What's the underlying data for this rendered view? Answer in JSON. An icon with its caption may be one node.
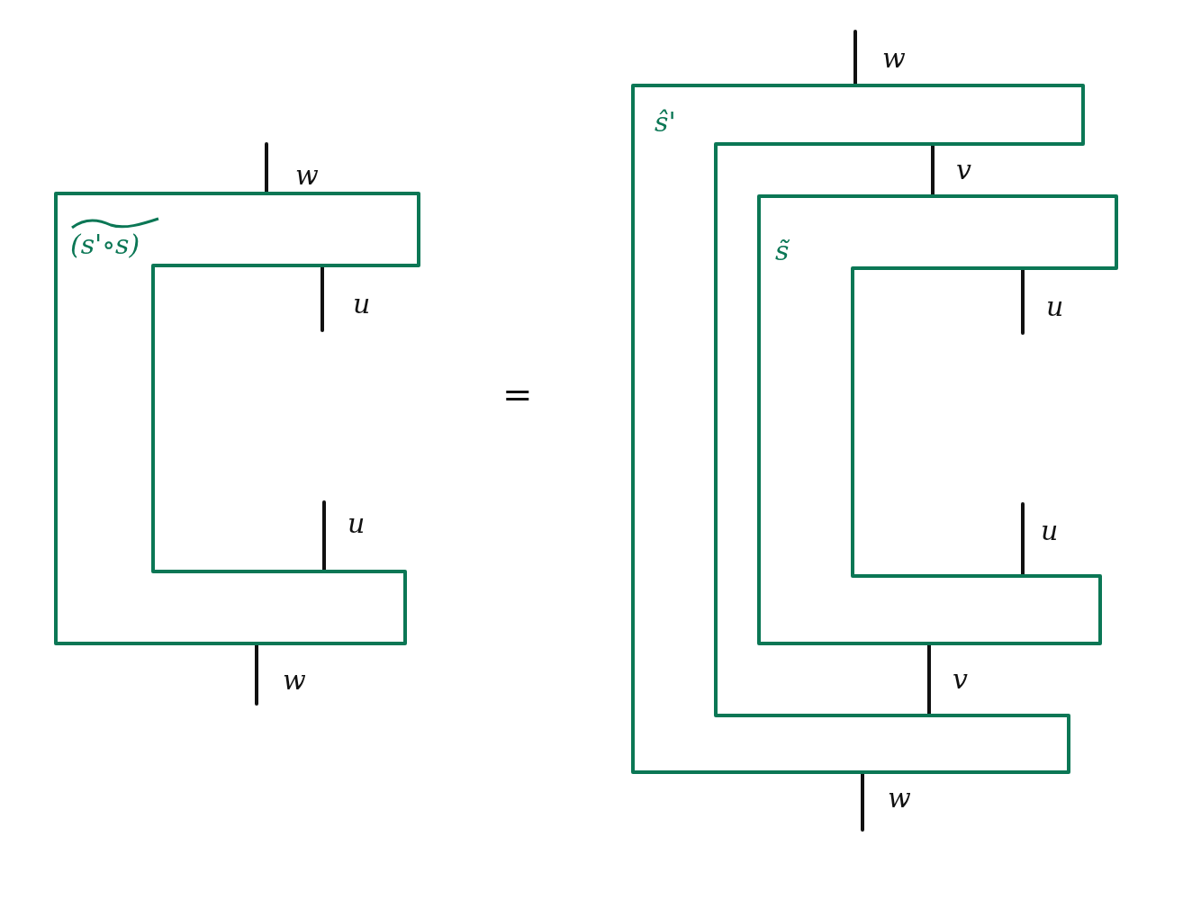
{
  "diagram": {
    "nodes": [
      {
        "text": [
          "(s'∘s)"
        ]
      },
      {
        "text": [
          "ŝ'"
        ]
      },
      {
        "text": [
          "s̃"
        ]
      }
    ],
    "edges": [
      {
        "from": null,
        "to": 0,
        "arrow": "none",
        "label": "w"
      },
      {
        "from": 0,
        "to": null,
        "arrow": "none",
        "label": "u"
      },
      {
        "from": null,
        "to": 0,
        "arrow": "none",
        "label": "u"
      },
      {
        "from": 0,
        "to": null,
        "arrow": "none",
        "label": "w"
      },
      {
        "from": null,
        "to": 1,
        "arrow": "none",
        "label": "w"
      },
      {
        "from": 1,
        "to": 2,
        "arrow": "none",
        "label": "v"
      },
      {
        "from": 2,
        "to": null,
        "arrow": "none",
        "label": "u"
      },
      {
        "from": null,
        "to": 2,
        "arrow": "none",
        "label": "u"
      },
      {
        "from": 2,
        "to": 1,
        "arrow": "none",
        "label": "v"
      },
      {
        "from": 1,
        "to": null,
        "arrow": "none",
        "label": "w"
      }
    ],
    "labels": [
      "="
    ]
  }
}
